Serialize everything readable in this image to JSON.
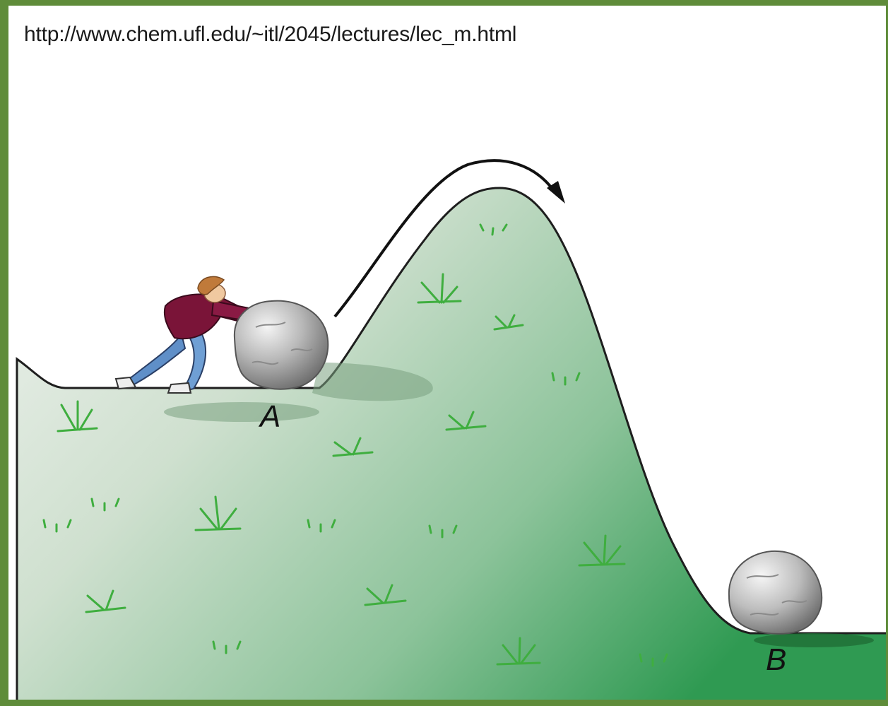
{
  "source_url": "http://www.chem.ufl.edu/~itl/2045/lectures/lec_m.html",
  "points": {
    "a": "A",
    "b": "B"
  },
  "colors": {
    "frame": "#5f8c3a",
    "hill_light": "#e4ece4",
    "hill_dark": "#2f9a52",
    "grass": "#3fae3f",
    "boulder": "#b0b0b0",
    "shirt": "#7a1438",
    "jeans": "#5f8fc8",
    "hair": "#c07a3a"
  },
  "icons": {
    "arrow": "curved-arrow-icon",
    "person": "person-pushing-icon",
    "boulder": "boulder-icon"
  }
}
